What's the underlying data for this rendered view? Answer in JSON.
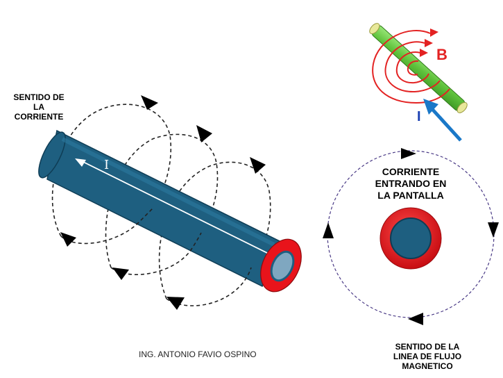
{
  "labels": {
    "current_direction": [
      "SENTIDO DE",
      "LA",
      "CORRIENTE"
    ],
    "entering_screen": [
      "CORRIENTE",
      "ENTRANDO EN",
      "LA PANTALLA"
    ],
    "flux_line": [
      "SENTIDO DE LA",
      "LINEA DE FLUJO",
      "MAGNETICO"
    ],
    "author": "ING. ANTONIO FAVIO OSPINO",
    "current_symbol": "I",
    "inset_current_symbol": "I",
    "inset_field_symbol": "B"
  },
  "colors": {
    "conductor": "#1e5f80",
    "conductor_edge": "#0f3d55",
    "insulation_ring": "#e8141b",
    "inner_core": "#7fa7c0",
    "field_lines": "#222222",
    "flux_circle": "#4a3a86",
    "inset_wire": "#66cc44",
    "inset_field": "#e32222",
    "inset_current_arrow": "#1a78c8",
    "inset_current_text": "#1a3fb3",
    "inset_field_text": "#e32222"
  }
}
